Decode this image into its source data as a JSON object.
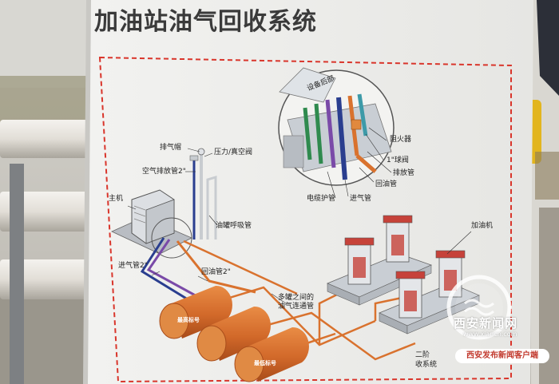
{
  "poster": {
    "title": "加油站油气回收系统",
    "labels": {
      "vent_cap": "排气帽",
      "pv_valve": "压力/真空阀",
      "air_exhaust_pipe": "空气排放管2\"",
      "host": "主机",
      "tank_breather_pipe": "油罐呼吸管",
      "equipment_detail": "设备后部",
      "flame_arrester": "阻火器",
      "ball_valve": "1\"球阀",
      "exhaust_pipe": "排放管",
      "oil_return_pipe": "回油管",
      "intake_pipe": "进气管",
      "cable_conduit": "电缆护管",
      "intake_pipe_2": "进气管2\"",
      "oil_return_pipe_2": "回油管2\"",
      "inter_tank_pipe_1": "多罐之间的",
      "inter_tank_pipe_2": "油气连通管",
      "dispenser": "加油机",
      "stage2_1": "二阶",
      "stage2_2": "收系统",
      "tank_top": "最高标号",
      "tank_bottom": "最低标号"
    }
  },
  "watermark": {
    "name": "西安新闻网",
    "url": "www.xiancn.com",
    "client": "西安发布新闻客户端"
  },
  "colors": {
    "frame_dash": "#d9352b",
    "pipe_orange": "#d9722e",
    "pipe_blue": "#2a3e8f",
    "pipe_purple": "#7a4aa8",
    "pipe_green": "#2f8a4e",
    "pipe_teal": "#3d9aa8",
    "tank": "#d9722e",
    "dispenser_red": "#c6423a"
  }
}
